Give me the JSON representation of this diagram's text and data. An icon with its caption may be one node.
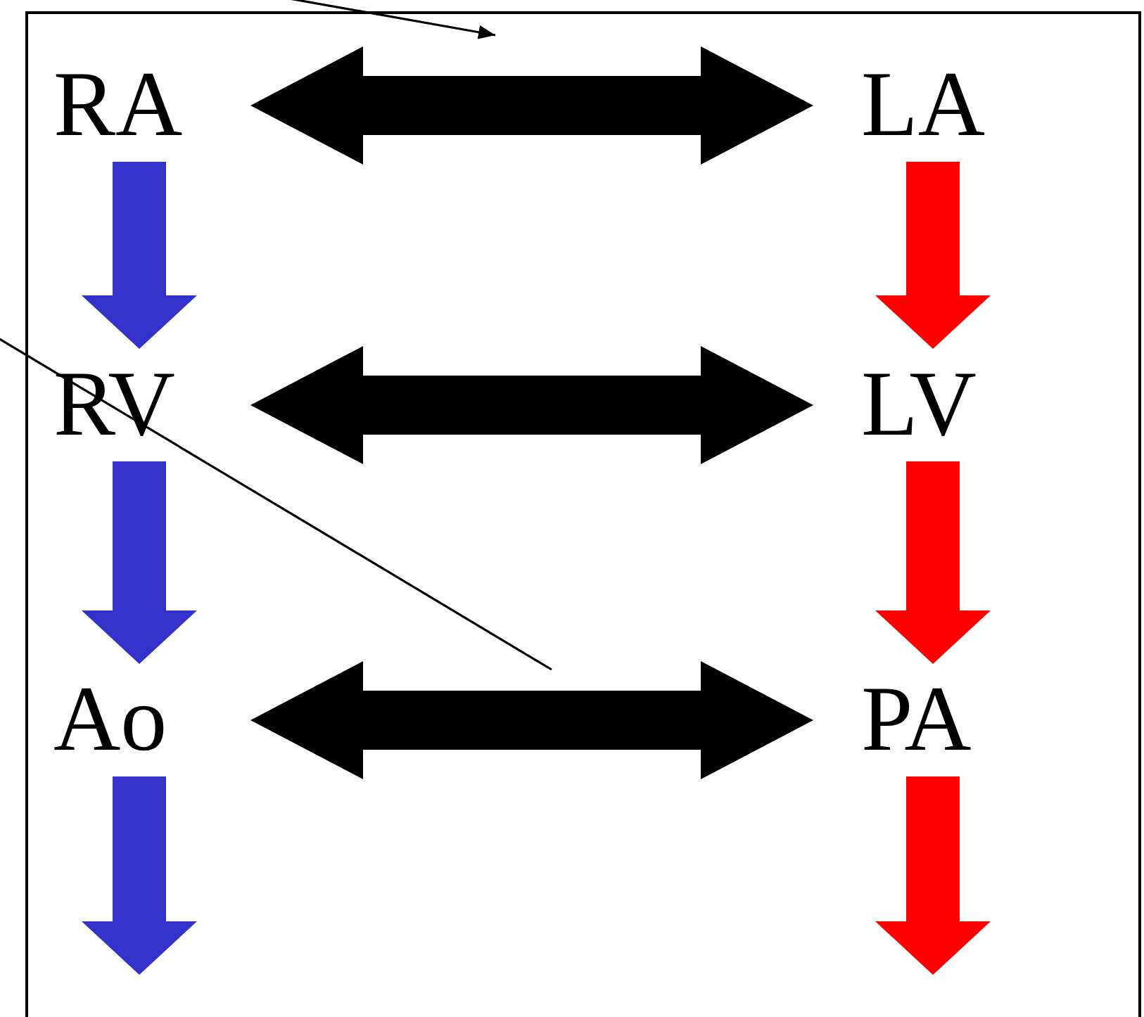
{
  "diagram": {
    "nodes": [
      {
        "text": [],
        "shape": "box"
      },
      {
        "text": [
          "RA"
        ],
        "in": 0
      },
      {
        "text": [
          "LA"
        ],
        "in": 0
      },
      {
        "text": [
          "RV"
        ],
        "in": 0
      },
      {
        "text": [
          "LV"
        ],
        "in": 0
      },
      {
        "text": [
          "Ao"
        ],
        "in": 0
      },
      {
        "text": [
          "PA"
        ],
        "in": 0
      }
    ],
    "edges": [
      {
        "from": 1,
        "to": 2,
        "arrow": "both",
        "style": "thick",
        "color": "#000000"
      },
      {
        "from": 3,
        "to": 4,
        "arrow": "both",
        "style": "thick",
        "color": "#000000"
      },
      {
        "from": 5,
        "to": 6,
        "arrow": "both",
        "style": "thick",
        "color": "#000000"
      },
      {
        "from": 1,
        "to": 3,
        "arrow": "to",
        "style": "thick",
        "color": "#3333cc"
      },
      {
        "from": 3,
        "to": 5,
        "arrow": "to",
        "style": "thick",
        "color": "#3333cc"
      },
      {
        "from": 5,
        "to": null,
        "arrow": "to",
        "style": "thick",
        "color": "#3333cc"
      },
      {
        "from": 2,
        "to": 4,
        "arrow": "to",
        "style": "thick",
        "color": "#ff0000"
      },
      {
        "from": 4,
        "to": 6,
        "arrow": "to",
        "style": "thick",
        "color": "#ff0000"
      },
      {
        "from": 6,
        "to": null,
        "arrow": "to",
        "style": "thick",
        "color": "#ff0000"
      },
      {
        "from": null,
        "to": 0,
        "arrow": "to"
      },
      {
        "from": null,
        "to": 0,
        "arrow": "none"
      }
    ]
  }
}
